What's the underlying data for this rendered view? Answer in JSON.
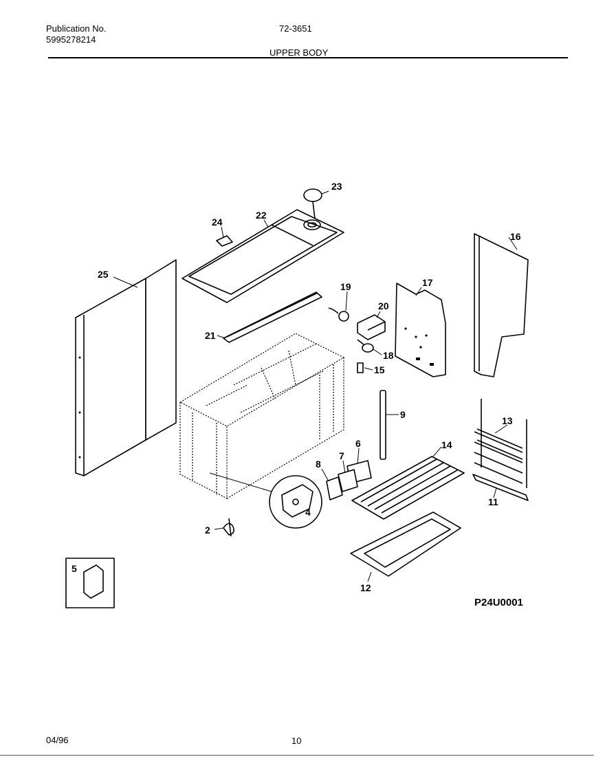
{
  "header": {
    "publication_label": "Publication No.",
    "publication_number": "5995278214",
    "model": "72-3651",
    "section_title": "UPPER BODY"
  },
  "diagram": {
    "drawing_code": "P24U0001",
    "callouts": [
      "23",
      "24",
      "22",
      "16",
      "25",
      "19",
      "17",
      "20",
      "21",
      "18",
      "15",
      "9",
      "13",
      "6",
      "14",
      "7",
      "8",
      "11",
      "4",
      "2",
      "5",
      "12"
    ]
  },
  "footer": {
    "date": "04/96",
    "page_number": "10"
  }
}
